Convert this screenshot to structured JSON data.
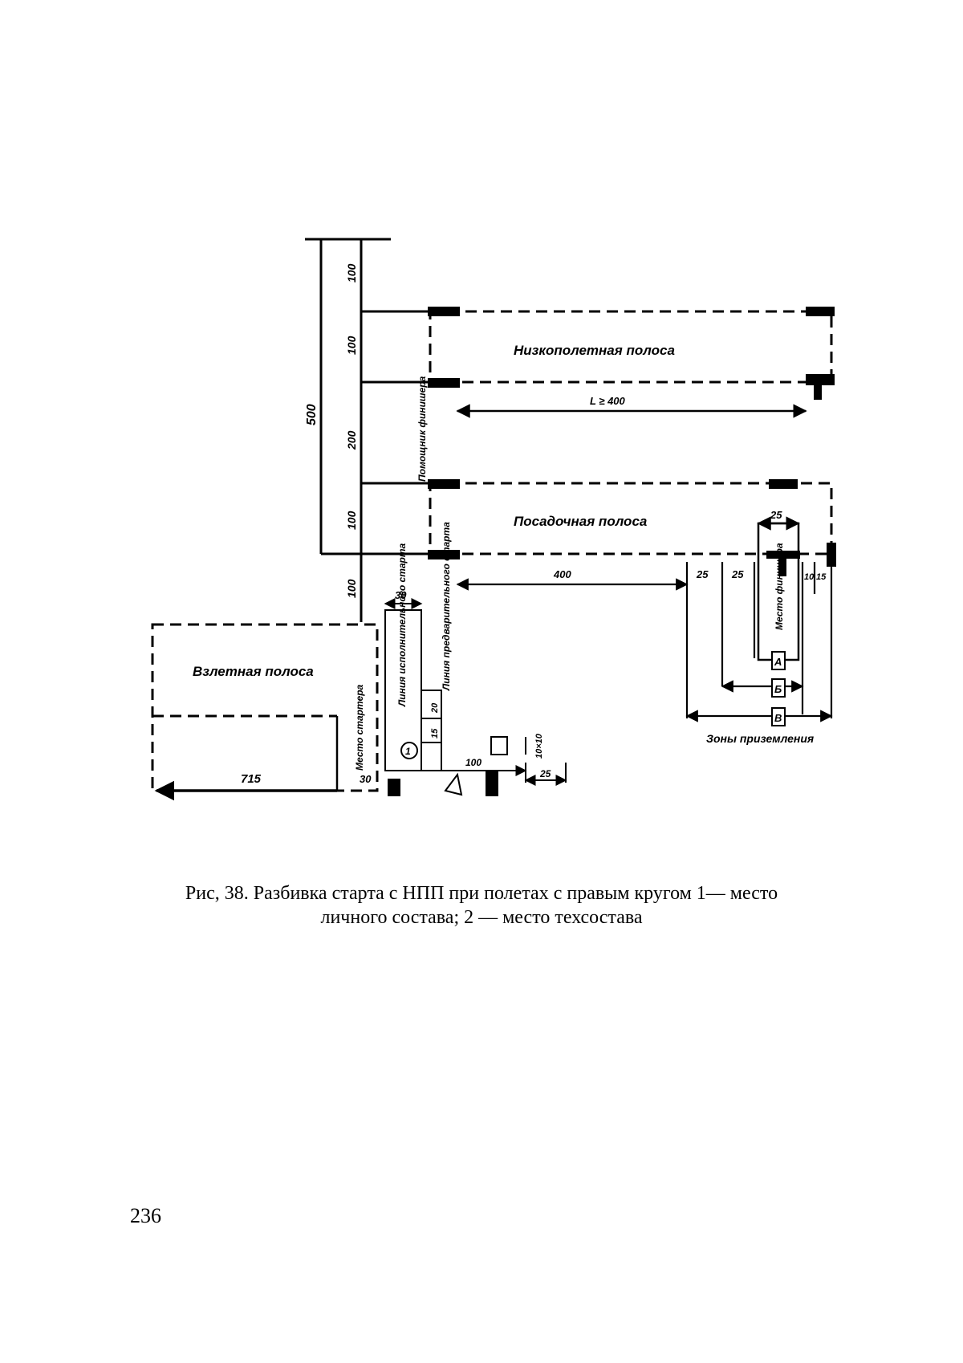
{
  "figure": {
    "strip_low": "Низкополетная полоса",
    "strip_landing": "Посадочная полоса",
    "strip_takeoff": "Взлетная полоса",
    "dim_100_top": "100",
    "dim_100_mid": "100",
    "dim_200": "200",
    "dim_100_land": "100",
    "dim_100_bottom": "100",
    "dim_500": "500",
    "dim_L": "L ≥ 400",
    "dim_400": "400",
    "dim_25_a": "25",
    "dim_25_b": "25",
    "dim_25_c": "25",
    "dim_10": "10",
    "dim_15_right": "15",
    "dim_30_top": "30",
    "dim_30_bottom": "30",
    "dim_715": "715",
    "dim_20": "20",
    "dim_15_left": "15",
    "dim_100_lower": "100",
    "dim_25_lower": "25",
    "dim_10x10": "10×10",
    "label_helpers": "Помощник финишера",
    "label_pre_start": "Линия предварительного старта",
    "label_exec_start": "Линия исполнительного старта",
    "label_starter": "Место стартера",
    "label_finisher": "Место финишера",
    "label_ground_zones": "Зоны приземления",
    "zone_a": "А",
    "zone_b": "Б",
    "zone_v": "В",
    "marker_1": "1"
  },
  "caption": {
    "line1": "Рис, 38. Разбивка старта с НПП при полетах с правым кругом 1— место",
    "line2": "личного состава; 2 — место техсостава"
  },
  "page_number": "236"
}
